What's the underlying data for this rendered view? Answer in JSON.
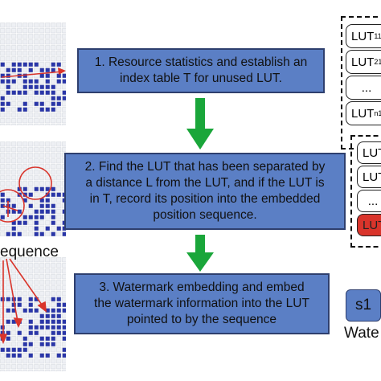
{
  "steps": [
    {
      "line1": "1. Resource statistics and establish an",
      "line2": "index table T for unused LUT."
    },
    {
      "line1": "2. Find the LUT that has been separated by",
      "line2": "a distance L from the LUT, and if the LUT is",
      "line3": "in T, record its position into the embedded",
      "line4": "position sequence."
    },
    {
      "line1": "3. Watermark embedding and embed",
      "line2": "the watermark information into the LUT",
      "line3": "pointed to by the sequence"
    }
  ],
  "lut_table_1": {
    "items": [
      "LUT",
      "LUT",
      "...",
      "LUT"
    ],
    "subs": [
      "11",
      "21",
      "",
      "n1"
    ]
  },
  "lut_table_2": {
    "items": [
      "LUT",
      "LUT",
      "...",
      "LUT"
    ]
  },
  "labels": {
    "sequence": "equence",
    "s1": "s1",
    "watermark": "Wate"
  },
  "colors": {
    "box_fill": "#5b7fc5",
    "arrow": "#1aa63a",
    "highlight": "#d9342b",
    "grid_blue": "#2a36a8"
  }
}
